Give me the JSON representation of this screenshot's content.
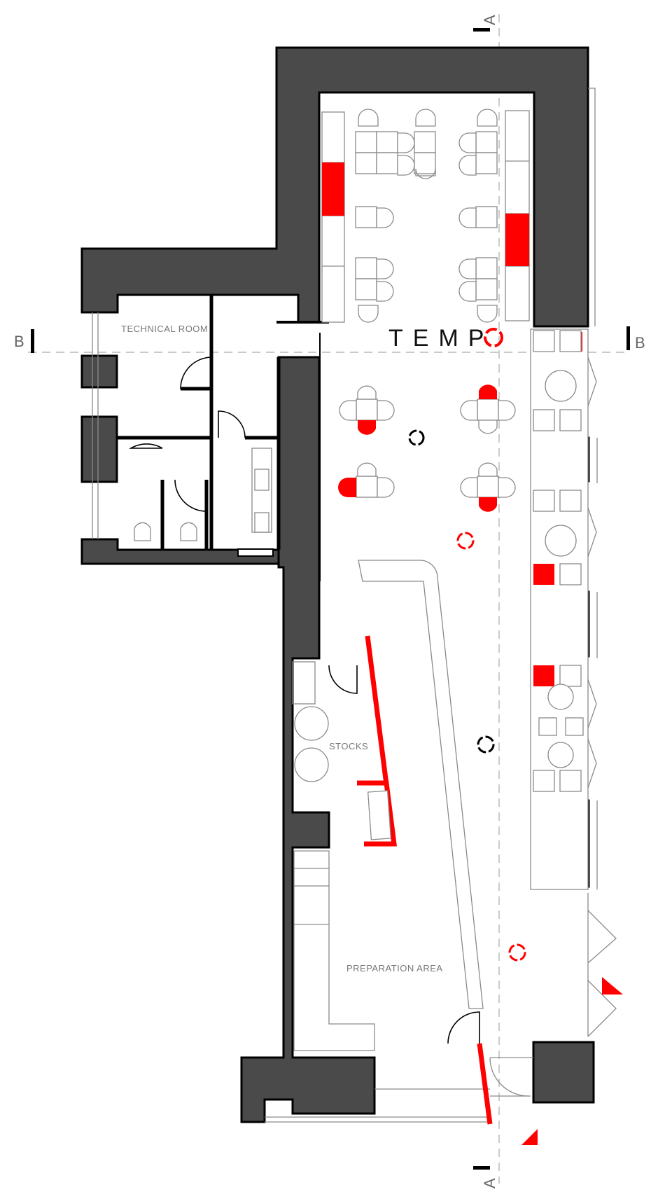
{
  "rooms": {
    "technical": "TECHNICAL ROOM",
    "stocks": "STOCKS",
    "preparation": "PREPARATION AREA"
  },
  "brand": {
    "logo_text": "TEMP",
    "logo_accent_color": "#ff0000"
  },
  "section_marks": {
    "a_top": "A",
    "a_bottom": "A",
    "b_left": "B",
    "b_right": "B"
  },
  "colors": {
    "wall": "#4a4a4a",
    "accent": "#ff0000",
    "furniture": "#8a8a8a"
  }
}
